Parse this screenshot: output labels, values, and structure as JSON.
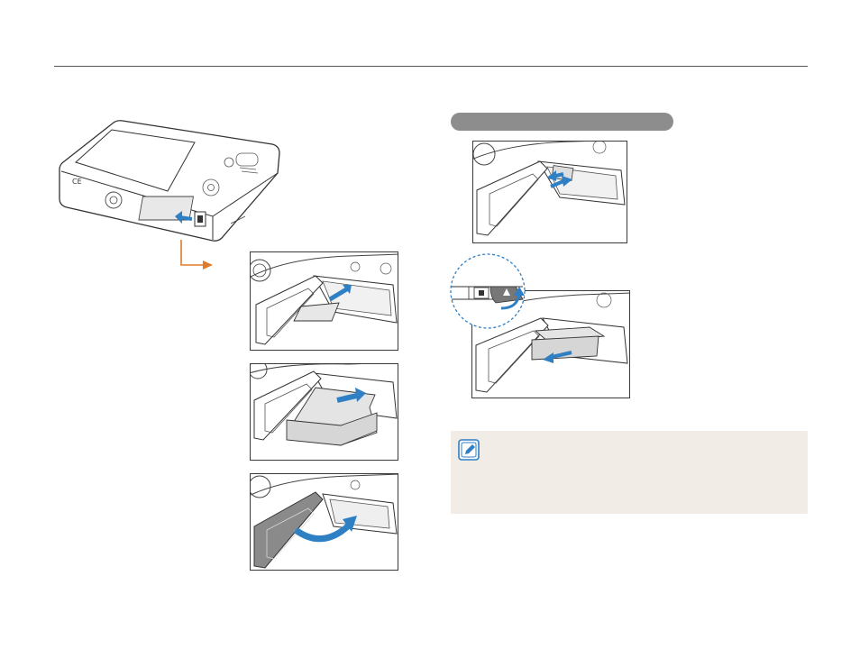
{
  "section_title": "",
  "note": {
    "icon": "note-pencil-icon",
    "text": ""
  },
  "colors": {
    "accent_blue": "#2f7fc5",
    "arrow_orange": "#e07a2a",
    "note_background": "#f1ece6",
    "pill_background": "#8d8d8d",
    "rule": "#555555"
  },
  "figures": [
    {
      "id": "camera-bottom-view",
      "icon": "camera-icon"
    },
    {
      "id": "insert-memory-card",
      "icon": "memory-card-icon"
    },
    {
      "id": "insert-battery",
      "icon": "battery-icon"
    },
    {
      "id": "close-battery-cover",
      "icon": "cover-close-icon"
    },
    {
      "id": "remove-memory-card",
      "icon": "memory-card-icon"
    },
    {
      "id": "remove-battery",
      "icon": "battery-icon"
    }
  ]
}
